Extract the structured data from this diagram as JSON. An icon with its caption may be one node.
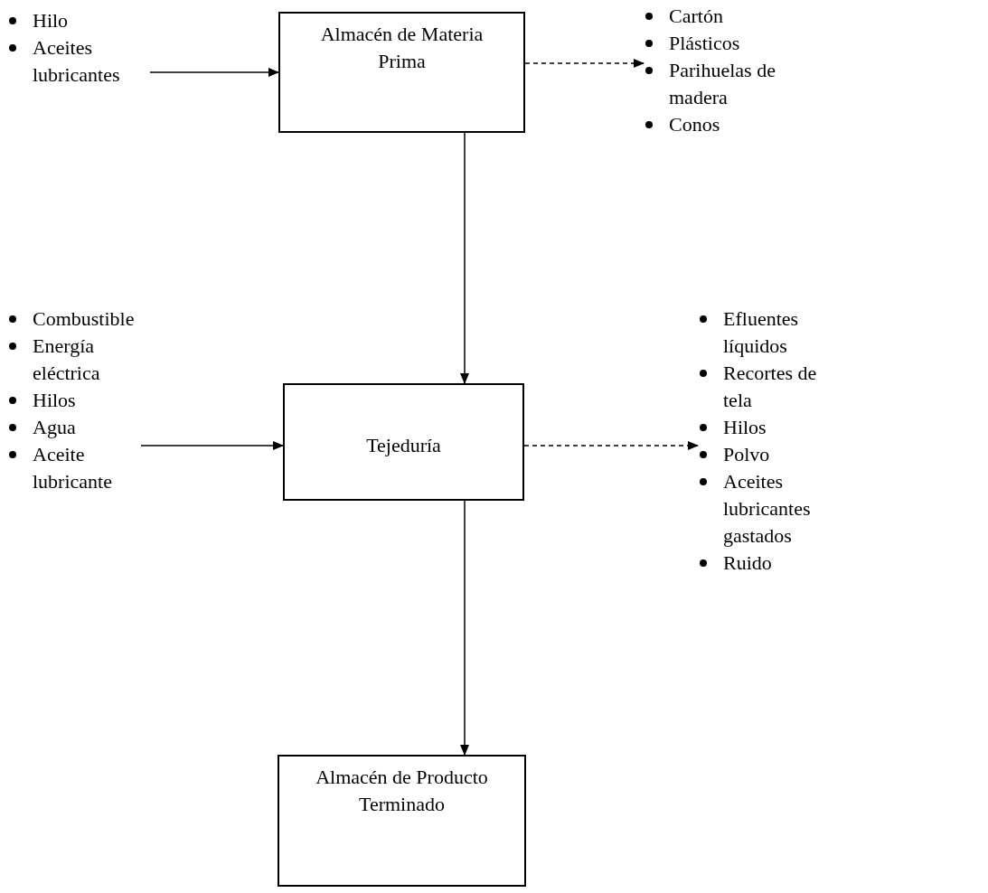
{
  "diagram": {
    "nodes": [
      {
        "text": [
          "Hilo",
          "Aceites lubricantes"
        ]
      },
      {
        "text": [
          "Almacén de Materia Prima"
        ]
      },
      {
        "text": [
          "Cartón",
          "Plásticos",
          "Parihuelas de madera",
          "Conos"
        ]
      },
      {
        "text": [
          "Combustible",
          "Energía eléctrica",
          "Hilos",
          "Agua",
          "Aceite lubricante"
        ]
      },
      {
        "text": [
          "Tejeduría"
        ]
      },
      {
        "text": [
          "Efluentes líquidos",
          "Recortes de tela",
          "Hilos",
          "Polvo",
          "Aceites lubricantes gastados",
          "Ruido"
        ]
      },
      {
        "text": [
          "Almacén de Producto Terminado"
        ]
      }
    ],
    "edges": [
      {
        "from": 0,
        "to": 1,
        "arrow": "to"
      },
      {
        "from": 1,
        "to": 2,
        "arrow": "to",
        "style": "dashed"
      },
      {
        "from": 1,
        "to": 4,
        "arrow": "to"
      },
      {
        "from": 3,
        "to": 4,
        "arrow": "to"
      },
      {
        "from": 4,
        "to": 5,
        "arrow": "to",
        "style": "dashed"
      },
      {
        "from": 4,
        "to": 6,
        "arrow": "to"
      }
    ]
  }
}
